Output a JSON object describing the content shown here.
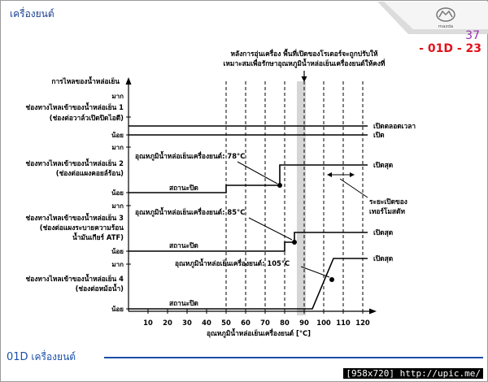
{
  "header": {
    "title": "เครื่องยนต์",
    "page_number": "37",
    "page_code": "- 01D - 23"
  },
  "brand": {
    "logo_text": "mazda"
  },
  "footer": {
    "code": "01D",
    "title": "เครื่องยนต์"
  },
  "watermark": "[958x720] http://upic.me/",
  "diagram": {
    "top_note_1": "หลังการอุ่นเครื่อง พื้นที่เปิดของโรเตอร์จะถูกปรับให้",
    "top_note_2": "เหมาะสมเพื่อรักษาอุณหภูมิน้ำหล่อเย็นเครื่องยนต์ให้คงที่",
    "y_axis_title": "การไหลของน้ำหล่อเย็น",
    "x_axis_title": "อุณหภูมิน้ำหล่อเย็นเครื่องยนต์ [°C]",
    "x_ticks": [
      "10",
      "20",
      "30",
      "40",
      "50",
      "60",
      "70",
      "80",
      "90",
      "100",
      "110",
      "120"
    ],
    "many": "มาก",
    "few": "น้อย",
    "valve_closed": "สถานะปิด",
    "open_full": "เปิดสุด",
    "passage_1": {
      "line1": "ช่องทางไหลเข้าของน้ำหล่อเย็น 1",
      "line2": "(ช่องต่อวาล์วเปิดปิดไอดี)",
      "state_always": "เปิดตลอดเวลา",
      "state_open": "เปิด"
    },
    "passage_2": {
      "line1": "ช่องทางไหลเข้าของน้ำหล่อเย็น 2",
      "line2": "(ช่องต่อแผงคอยล์ร้อน)",
      "temp_label": "อุณหภูมิน้ำหล่อเย็นเครื่องยนต์: 78°C"
    },
    "passage_3": {
      "line1": "ช่องทางไหลเข้าของน้ำหล่อเย็น 3",
      "line2": "(ช่องต่อแผงระบายความร้อน",
      "line3": "น้ำมันเกียร์ ATF)",
      "temp_label": "อุณหภูมิน้ำหล่อเย็นเครื่องยนต์: 85°C"
    },
    "passage_4": {
      "line1": "ช่องทางไหลเข้าของน้ำหล่อเย็น 4",
      "line2": "(ช่องต่อหม้อน้ำ)",
      "temp_label": "อุณหภูมิน้ำหล่อเย็นเครื่องยนต์: 105°C"
    },
    "thermostat_1": "ระยะเปิดของ",
    "thermostat_2": "เทอร์โมสตัท"
  }
}
